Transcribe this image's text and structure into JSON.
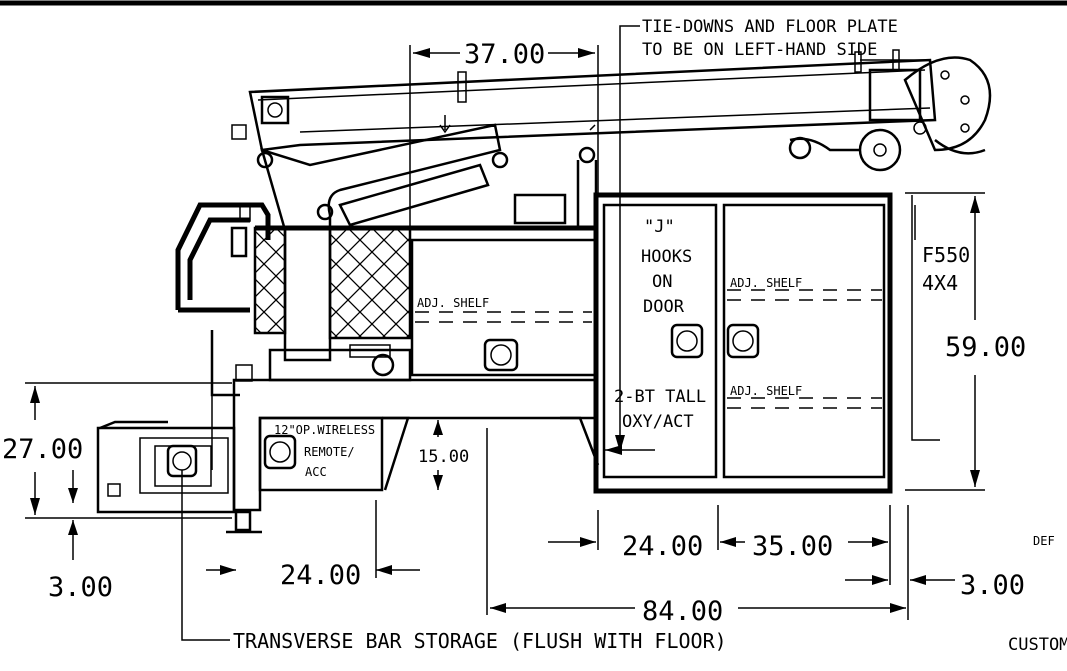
{
  "dimensions": {
    "d_37": "37.00",
    "d_59": "59.00",
    "d_27": "27.00",
    "d_15": "15.00",
    "d_3_left": "3.00",
    "d_24_left": "24.00",
    "d_24_right": "24.00",
    "d_35": "35.00",
    "d_84": "84.00",
    "d_3_right": "3.00"
  },
  "notes": {
    "tie_downs_line1": "TIE-DOWNS AND FLOOR PLATE",
    "tie_downs_line2": "TO BE ON LEFT-HAND SIDE",
    "j_hooks_1": "\"J\"",
    "j_hooks_2": "HOOKS",
    "j_hooks_3": "ON",
    "j_hooks_4": "DOOR",
    "tall_1": "2-BT TALL",
    "tall_2": "OXY/ACT",
    "adj_shelf_1": "ADJ. SHELF",
    "adj_shelf_2": "ADJ. SHELF",
    "adj_shelf_3": "ADJ. SHELF",
    "wireless_1": "12\"OP.WIRELESS",
    "wireless_2": "REMOTE/",
    "wireless_3": "ACC",
    "truck_1": "F550",
    "truck_2": "4X4",
    "transverse": "TRANSVERSE BAR STORAGE (FLUSH WITH FLOOR)",
    "def": "DEF",
    "custom": "CUSTOM"
  }
}
